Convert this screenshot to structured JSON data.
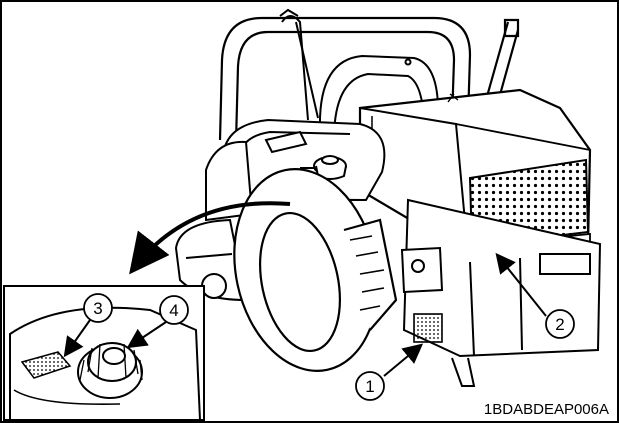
{
  "figure": {
    "callouts": [
      "1",
      "2",
      "3",
      "4"
    ],
    "figure_code": "1BDABDEAP006A"
  },
  "colors": {
    "ink": "#000000",
    "paper": "#ffffff"
  }
}
